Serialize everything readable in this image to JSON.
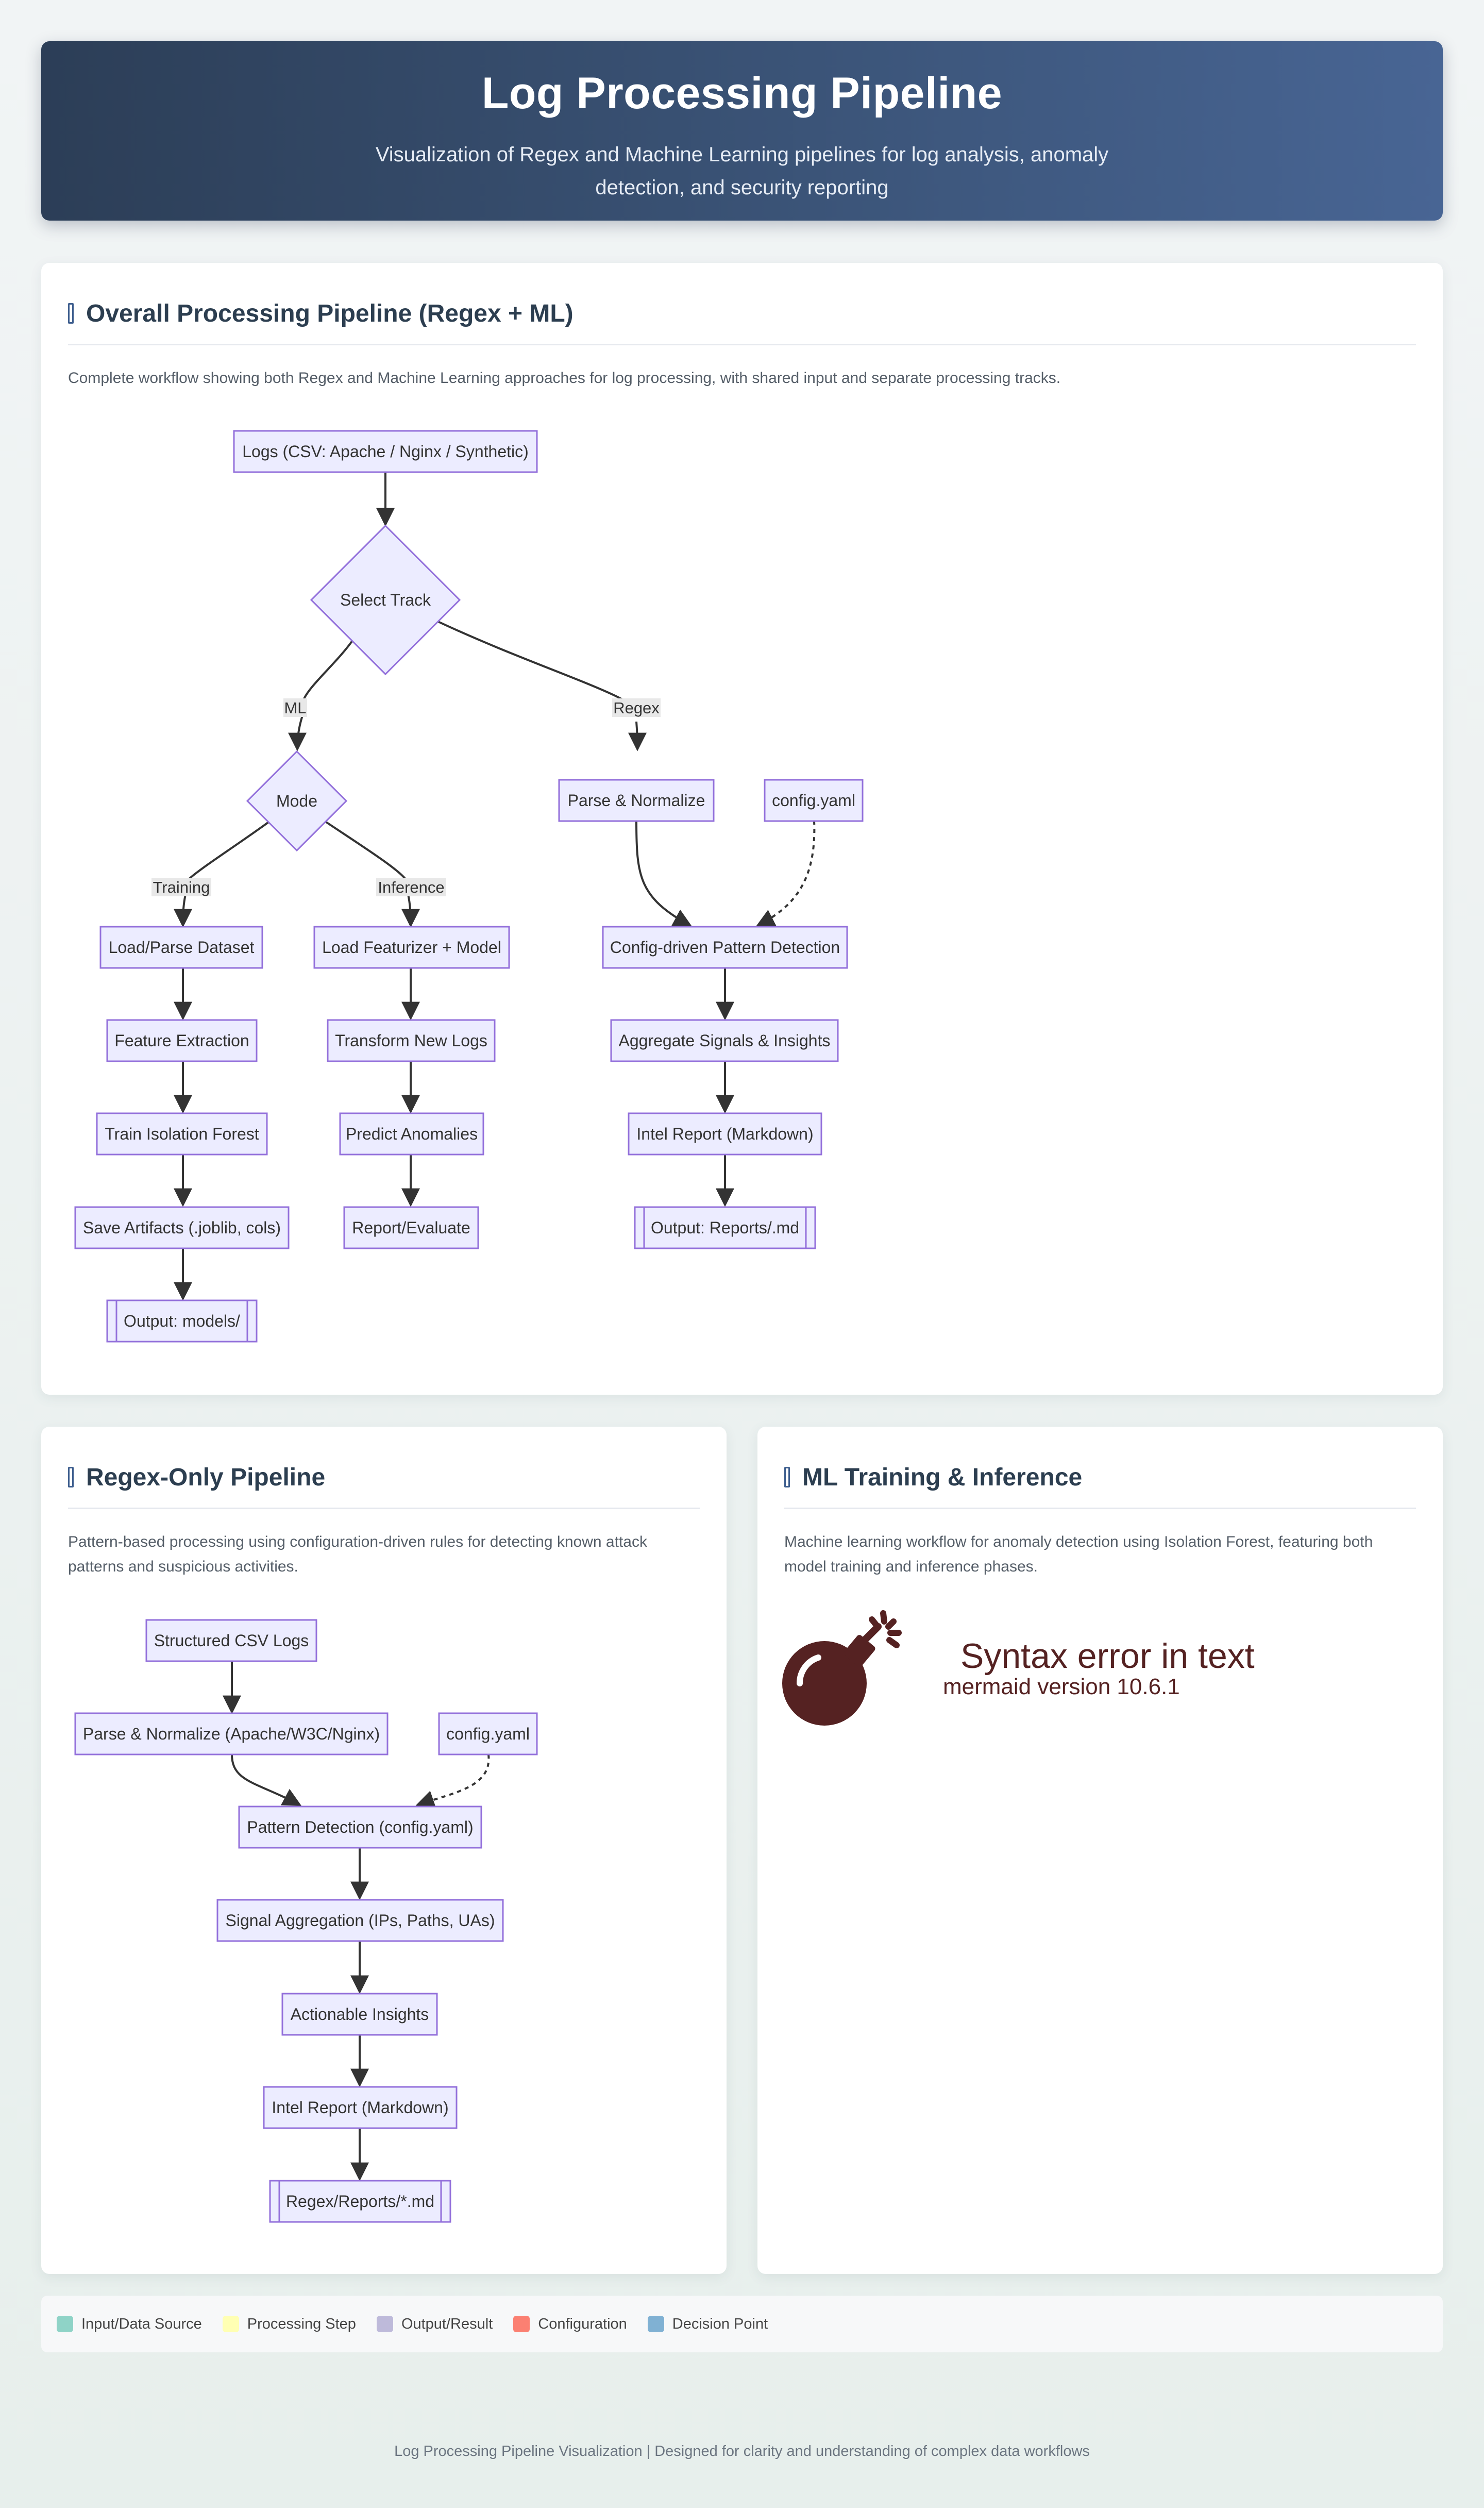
{
  "header": {
    "title": "Log Processing Pipeline",
    "subtitle": "Visualization of Regex and Machine Learning pipelines for log analysis, anomaly detection, and security reporting"
  },
  "overall": {
    "title": "Overall Processing Pipeline (Regex + ML)",
    "icon": "chart-icon",
    "description": "Complete workflow showing both Regex and Machine Learning approaches for log processing, with shared input and separate processing tracks.",
    "nodes": {
      "logs": "Logs (CSV: Apache / Nginx / Synthetic)",
      "select": "Select Track",
      "mode": "Mode",
      "parse": "Parse & Normalize",
      "config": "config.yaml",
      "load_dataset": "Load/Parse Dataset",
      "feature": "Feature Extraction",
      "train": "Train Isolation Forest",
      "save": "Save Artifacts (.joblib, cols)",
      "out_models": "Output: models/",
      "load_feat": "Load Featurizer + Model",
      "transform": "Transform New Logs",
      "predict": "Predict Anomalies",
      "report_eval": "Report/Evaluate",
      "config_detect": "Config-driven Pattern Detection",
      "aggregate": "Aggregate Signals & Insights",
      "intel": "Intel Report (Markdown)",
      "out_reports": "Output: Reports/.md"
    },
    "edge_labels": {
      "ml": "ML",
      "regex": "Regex",
      "training": "Training",
      "inference": "Inference"
    }
  },
  "regex": {
    "title": "Regex-Only Pipeline",
    "icon": "search-icon",
    "description": "Pattern-based processing using configuration-driven rules for detecting known attack patterns and suspicious activities.",
    "nodes": {
      "csv": "Structured CSV Logs",
      "parse": "Parse & Normalize (Apache/W3C/Nginx)",
      "config": "config.yaml",
      "detect": "Pattern Detection (config.yaml)",
      "signal": "Signal Aggregation (IPs, Paths, UAs)",
      "insights": "Actionable Insights",
      "intel": "Intel Report (Markdown)",
      "out": "Regex/Reports/*.md"
    }
  },
  "ml": {
    "title": "ML Training & Inference",
    "icon": "robot-icon",
    "description": "Machine learning workflow for anomaly detection using Isolation Forest, featuring both model training and inference phases.",
    "error_title": "Syntax error in text",
    "error_version": "mermaid version 10.6.1"
  },
  "legend": [
    {
      "label": "Input/Data Source",
      "color": "#8fd3c7"
    },
    {
      "label": "Processing Step",
      "color": "#ffffb3"
    },
    {
      "label": "Output/Result",
      "color": "#bebada"
    },
    {
      "label": "Configuration",
      "color": "#fb8072"
    },
    {
      "label": "Decision Point",
      "color": "#80b1d3"
    }
  ],
  "footer": "Log Processing Pipeline Visualization | Designed for clarity and understanding of complex data workflows"
}
